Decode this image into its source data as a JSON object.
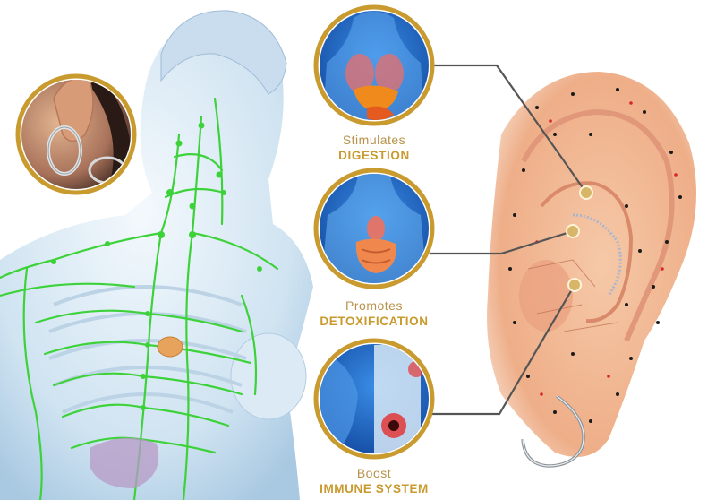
{
  "benefits": [
    {
      "verb": "Stimulates",
      "target": "DIGESTION",
      "icon": "digestive-system-icon"
    },
    {
      "verb": "Promotes",
      "target": "DETOXIFICATION",
      "icon": "intestines-icon"
    },
    {
      "verb": "Boost",
      "target": "IMMUNE SYSTEM",
      "icon": "immune-cell-icon"
    }
  ],
  "colors": {
    "gold": "#c99a2e",
    "lymph": "#3ed23a",
    "body": "#cfe3f1",
    "ear": "#efb48e",
    "organ_bg": "#1d5fc4",
    "connector": "#555555"
  }
}
